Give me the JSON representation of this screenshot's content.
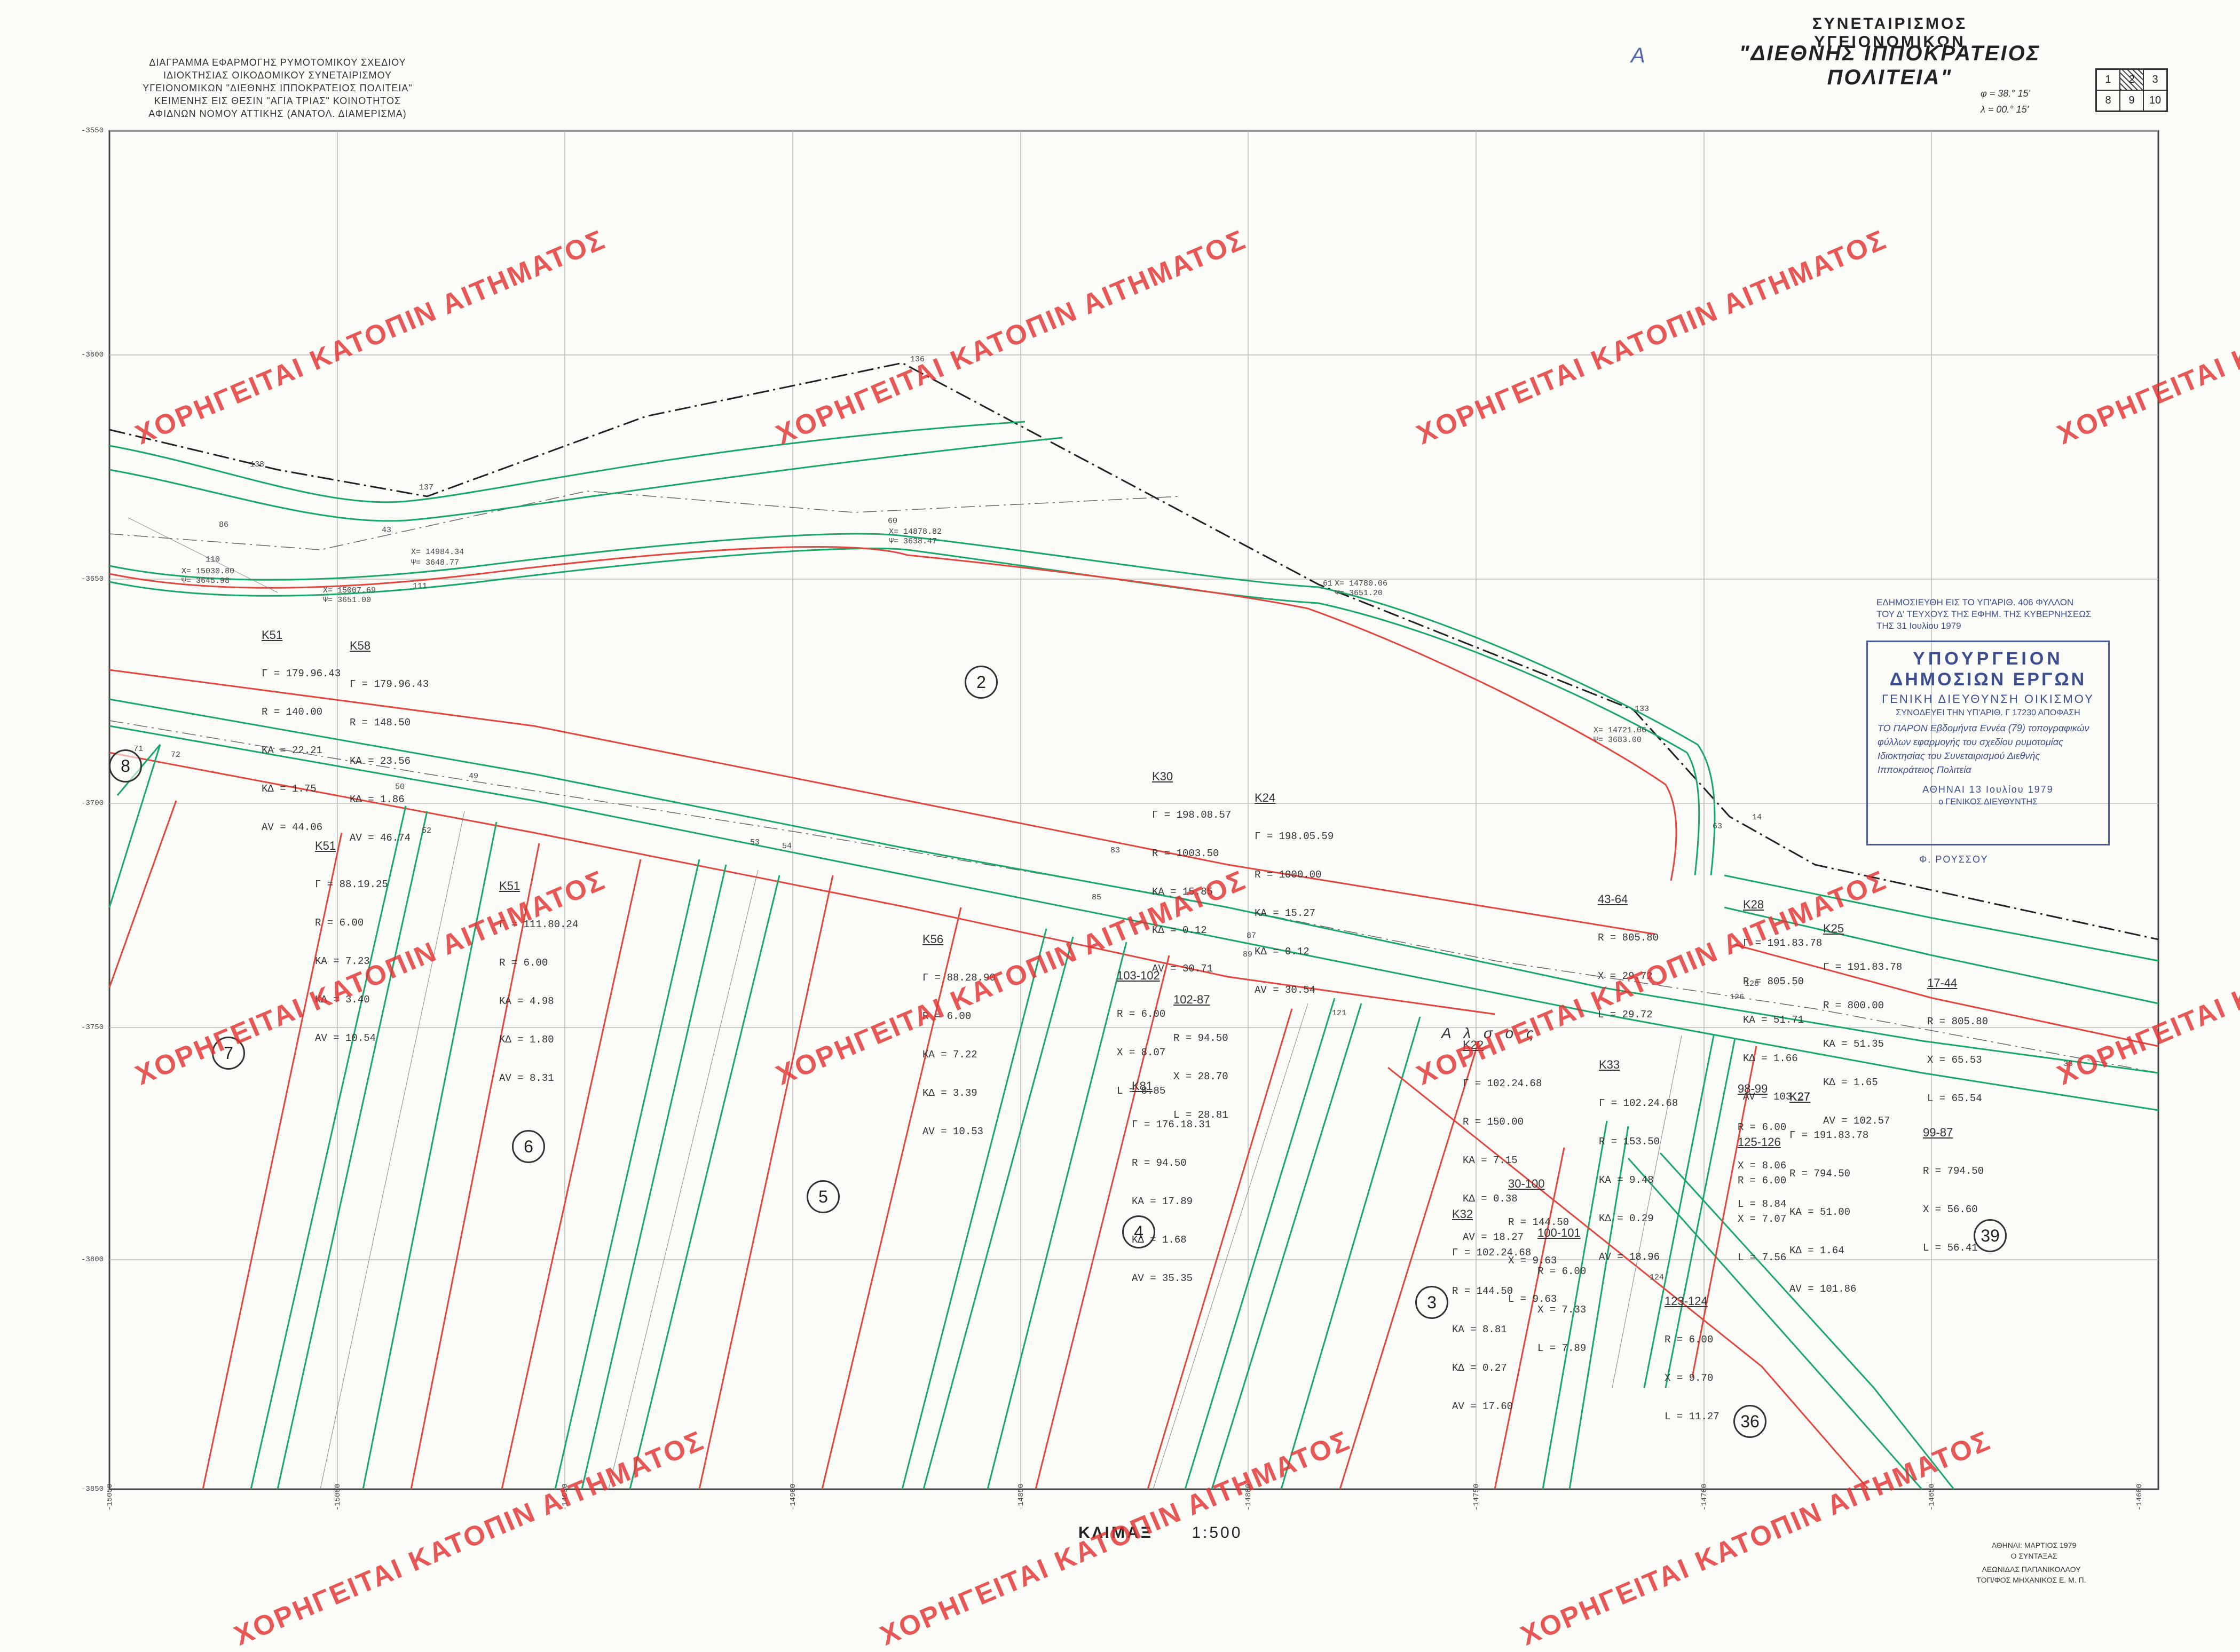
{
  "header": {
    "left_lines": [
      "ΔΙΑΓΡΑΜΜΑ ΕΦΑΡΜΟΓΗΣ ΡΥΜΟΤΟΜΙΚΟΥ ΣΧΕΔΙΟΥ",
      "ΙΔΙΟΚΤΗΣΙΑΣ ΟΙΚΟΔΟΜΙΚΟΥ ΣΥΝΕΤΑΙΡΙΣΜΟΥ",
      "ΥΓΕΙΟΝΟΜΙΚΩΝ \"ΔΙΕΘΝΗΣ ΙΠΠΟΚΡΑΤΕΙΟΣ ΠΟΛΙΤΕΙΑ\"",
      "ΚΕΙΜΕΝΗΣ ΕΙΣ ΘΕΣΙΝ \"ΑΓΙΑ ΤΡΙΑΣ\" ΚΟΙΝΟΤΗΤΟΣ",
      "ΑΦΙΔΝΩΝ ΝΟΜΟΥ ΑΤΤΙΚΗΣ (ΑΝΑΤΟΛ. ΔΙΑΜΕΡΙΣΜΑ)"
    ],
    "org_line1": "ΣΥΝΕΤΑΙΡΙΣΜΟΣ ΥΓΕΙΟΝΟΜΙΚΩΝ",
    "org_line2": "\"ΔΙΕΘΝΗΣ ΙΠΠΟΚΡΑΤΕΙΟΣ ΠΟΛΙΤΕΙΑ\"",
    "phi": "φ = 38.° 15'",
    "lambda": "λ = 00.° 15'",
    "stamp_letter": "A"
  },
  "sheet_index": [
    "1",
    "2",
    "3",
    "8",
    "9",
    "10"
  ],
  "watermark": "ΧΟΡΗΓΕΙΤΑΙ ΚΑΤΟΠΙΝ ΑΙΤΗΜΑΤΟΣ",
  "zones": [
    "2",
    "8",
    "7",
    "6",
    "5",
    "4",
    "3",
    "36",
    "39"
  ],
  "grid": {
    "y_labels": [
      "-3550",
      "-3600",
      "-3650",
      "-3700",
      "-3750",
      "-3800",
      "-3850"
    ],
    "x_labels": [
      "-15050",
      "-15000",
      "-14950",
      "-14900",
      "-14850",
      "-14800",
      "-14750",
      "-14700",
      "-14650",
      "-14600"
    ]
  },
  "curves": {
    "k51a": {
      "name": "K51",
      "lines": [
        "Γ = 179.96.43",
        "R = 140.00",
        "KA = 22.21",
        "KΔ = 1.75",
        "AV = 44.06"
      ]
    },
    "k58": {
      "name": "K58",
      "lines": [
        "Γ = 179.96.43",
        "R = 148.50",
        "KA = 23.56",
        "KΔ = 1.86",
        "AV = 46.74"
      ]
    },
    "k51b": {
      "name": "K51",
      "lines": [
        "Γ = 88.19.25",
        "R = 6.00",
        "KA = 7.23",
        "KΔ = 3.40",
        "AV = 10.54"
      ]
    },
    "k51c": {
      "name": "K51",
      "lines": [
        "Γ = 111.80.24",
        "R = 6.00",
        "KA = 4.98",
        "KΔ = 1.80",
        "AV = 8.31"
      ]
    },
    "k30": {
      "name": "K30",
      "lines": [
        "Γ = 198.08.57",
        "R = 1003.50",
        "KA = 15.85",
        "KΔ = 0.12",
        "AV = 30.71"
      ]
    },
    "k24": {
      "name": "K24",
      "lines": [
        "Γ = 198.05.59",
        "R = 1000.00",
        "KA = 15.27",
        "KΔ = 0.12",
        "AV = 30.54"
      ]
    },
    "k56": {
      "name": "K56",
      "lines": [
        "Γ = 88.28.90",
        "R = 6.00",
        "KA = 7.22",
        "KΔ = 3.39",
        "AV = 10.53"
      ]
    },
    "k103": {
      "name": "103-102",
      "lines": [
        "R = 6.00",
        "X = 8.07",
        "L = 8.85"
      ]
    },
    "k102": {
      "name": "102-87",
      "lines": [
        "R = 94.50",
        "X = 28.70",
        "L = 28.81"
      ]
    },
    "k81": {
      "name": "K81",
      "lines": [
        "Γ = 176.18.31",
        "R = 94.50",
        "KA = 17.89",
        "KΔ = 1.68",
        "AV = 35.35"
      ]
    },
    "k43": {
      "name": "43-64",
      "lines": [
        "R = 805.80",
        "X = 29.72",
        "L = 29.72"
      ]
    },
    "k28": {
      "name": "K28",
      "lines": [
        "Γ = 191.83.78",
        "R = 805.50",
        "KA = 51.71",
        "KΔ = 1.66",
        "AV = 103.27"
      ]
    },
    "k25": {
      "name": "K25",
      "lines": [
        "Γ = 191.83.78",
        "R = 800.00",
        "KA = 51.35",
        "KΔ = 1.65",
        "AV = 102.57"
      ]
    },
    "k17": {
      "name": "17-44",
      "lines": [
        "R = 805.80",
        "X = 65.53",
        "L = 65.54"
      ]
    },
    "k22": {
      "name": "K22",
      "lines": [
        "Γ = 102.24.68",
        "R = 150.00",
        "KA = 7.15",
        "KΔ = 0.38",
        "AV = 18.27"
      ]
    },
    "k33": {
      "name": "K33",
      "lines": [
        "Γ = 102.24.68",
        "R = 153.50",
        "KA = 9.48",
        "KΔ = 0.29",
        "AV = 18.96"
      ]
    },
    "k98": {
      "name": "98-99",
      "lines": [
        "R = 6.00",
        "X = 8.06",
        "L = 8.84"
      ]
    },
    "k27": {
      "name": "K27",
      "lines": [
        "Γ = 191.83.78",
        "R = 794.50",
        "KA = 51.00",
        "KΔ = 1.64",
        "AV = 101.86"
      ]
    },
    "k125": {
      "name": "125-126",
      "lines": [
        "R = 6.00",
        "X = 7.07",
        "L = 7.56"
      ]
    },
    "k99": {
      "name": "99-87",
      "lines": [
        "R = 794.50",
        "X = 56.60",
        "L = 56.41"
      ]
    },
    "k30b": {
      "name": "30-100",
      "lines": [
        "R = 144.50",
        "X = 9.63",
        "L = 9.63"
      ]
    },
    "k32": {
      "name": "K32",
      "lines": [
        "Γ = 102.24.68",
        "R = 144.50",
        "KA = 8.81",
        "KΔ = 0.27",
        "AV = 17.60"
      ]
    },
    "k100": {
      "name": "100-101",
      "lines": [
        "R = 6.00",
        "X = 7.33",
        "L = 7.89"
      ]
    },
    "k123": {
      "name": "123-124",
      "lines": [
        "R = 6.00",
        "X = 9.70",
        "L = 11.27"
      ]
    }
  },
  "points": [
    {
      "label": "136"
    },
    {
      "label": "138"
    },
    {
      "label": "137"
    },
    {
      "label": "60"
    },
    {
      "label": "86"
    },
    {
      "label": "43"
    },
    {
      "label": "110"
    },
    {
      "label": "111"
    },
    {
      "label": "61"
    },
    {
      "label": "133"
    },
    {
      "label": "63"
    },
    {
      "label": "14"
    },
    {
      "label": "72"
    },
    {
      "label": "71"
    },
    {
      "label": "50"
    },
    {
      "label": "49"
    },
    {
      "label": "52"
    },
    {
      "label": "53"
    },
    {
      "label": "54"
    },
    {
      "label": "83"
    },
    {
      "label": "85"
    },
    {
      "label": "87"
    },
    {
      "label": "89"
    },
    {
      "label": "121"
    },
    {
      "label": "124"
    },
    {
      "label": "126"
    },
    {
      "label": "128"
    },
    {
      "label": "38"
    }
  ],
  "coords": [
    {
      "label": "X= 14984.34"
    },
    {
      "label": "Ψ= 3648.77"
    },
    {
      "label": "X= 14878.82"
    },
    {
      "label": "Ψ= 3638.47"
    },
    {
      "label": "X= 15030.80"
    },
    {
      "label": "Ψ= 3645.98"
    },
    {
      "label": "X= 15007.69"
    },
    {
      "label": "Ψ= 3651.00"
    },
    {
      "label": "X= 14780.06"
    },
    {
      "label": "Ψ= 3651.20"
    },
    {
      "label": "X= 14721.06"
    },
    {
      "label": "Ψ= 3683.00"
    }
  ],
  "street_name": "Α λ σ ο ς",
  "publication": {
    "line1": "ΕΔΗΜΟΣΙΕΥΘΗ ΕΙΣ ΤΟ ΥΠ'ΑΡΙΘ. 406 ΦΥΛΛΟΝ",
    "line2": "ΤΟΥ Δ' ΤΕΥΧΟΥΣ ΤΗΣ ΕΦΗΜ. ΤΗΣ ΚΥΒΕΡΝΗΣΕΩΣ",
    "line3": "ΤΗΣ 31 Ιουλίου 1979"
  },
  "stamp": {
    "line1": "ΥΠΟΥΡΓΕΙΟΝ",
    "line2": "ΔΗΜΟΣΙΩΝ ΕΡΓΩΝ",
    "line3": "ΓΕΝΙΚΗ ΔΙΕΥΘΥΝΣΗ ΟΙΚΙΣΜΟΥ",
    "line4": "ΣΥΝΟΔΕΥΕΙ ΤΗΝ ΥΠ'ΑΡΙΘ. Γ 17230 ΑΠΟΦΑΣΗ",
    "line5": "ΤΟ ΠΑΡΟΝ Εβδομήντα Εννέα (79) τοπογραφικών φύλλων εφαρμογής του σχεδίου ρυμοτομίας Ιδιοκτησίας του Συνεταιρισμού Διεθνής Ιπποκράτειος Πολιτεία",
    "date": "ΑΘΗΝΑΙ 13 Ιουλίου 1979",
    "signer": "ο ΓΕΝΙΚΟΣ ΔΙΕΥΘΥΝΤΗΣ",
    "name": "Φ. ΡΟΥΣΣΟΥ"
  },
  "footer": {
    "scale_label": "ΚΛΙΜΑΞ",
    "scale_value": "1:500",
    "date_line1": "ΑΘΗΝΑΙ: ΜΑΡΤΙΟΣ 1979",
    "date_line2": "Ο ΣΥΝΤΑΞΑΣ",
    "author_line1": "ΛΕΩΝΙΔΑΣ ΠΑΠΑΝΙΚΟΛΑΟΥ",
    "author_line2": "ΤΟΠ/ΦΟΣ ΜΗΧΑΝΙΚΟΣ Ε. Μ. Π."
  },
  "colors": {
    "green_line": "#1aa86a",
    "red_line": "#e2463e",
    "black_line": "#222222",
    "watermark": "#e13232",
    "stamp_blue": "#3c4d90"
  }
}
